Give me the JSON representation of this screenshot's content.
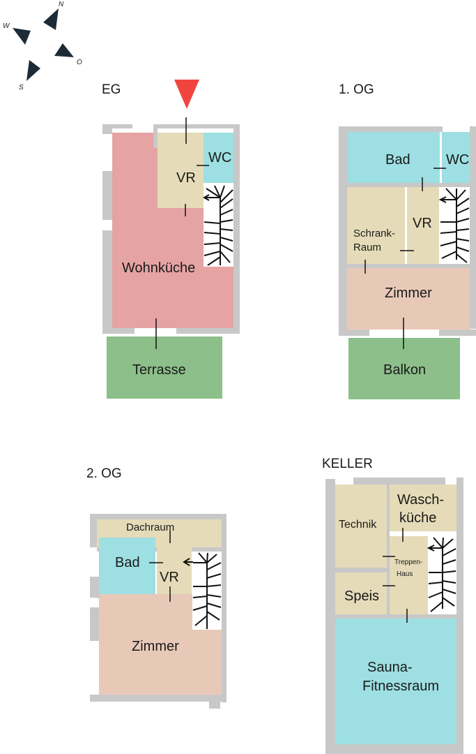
{
  "compass": {
    "n": "N",
    "w": "W",
    "o": "O",
    "s": "S"
  },
  "floors": {
    "eg": {
      "title": "EG",
      "rooms": {
        "vr": "VR",
        "wc": "WC",
        "wohnkueche": "Wohnküche",
        "terrasse": "Terrasse"
      }
    },
    "og1": {
      "title": "1. OG",
      "rooms": {
        "bad": "Bad",
        "wc": "WC",
        "vr": "VR",
        "schrank_1": "Schrank-",
        "schrank_2": "Raum",
        "zimmer": "Zimmer",
        "balkon": "Balkon"
      }
    },
    "og2": {
      "title": "2. OG",
      "rooms": {
        "dachraum": "Dachraum",
        "bad": "Bad",
        "vr": "VR",
        "zimmer": "Zimmer"
      }
    },
    "keller": {
      "title": "KELLER",
      "rooms": {
        "technik": "Technik",
        "wasch_1": "Wasch-",
        "wasch_2": "küche",
        "treppen_1": "Treppen-",
        "treppen_2": "Haus",
        "speis": "Speis",
        "sauna_1": "Sauna-",
        "sauna_2": "Fitnessraum"
      }
    }
  },
  "colors": {
    "wall": "#c8c8c8",
    "wohnkueche": "#e5a3a3",
    "terrasse": "#8cbf8a",
    "bad": "#9ddfe2",
    "beige": "#e5dbb8",
    "zimmer": "#e8c9b8",
    "entrance_marker": "#f0453e",
    "compass": "#1c2b38"
  }
}
